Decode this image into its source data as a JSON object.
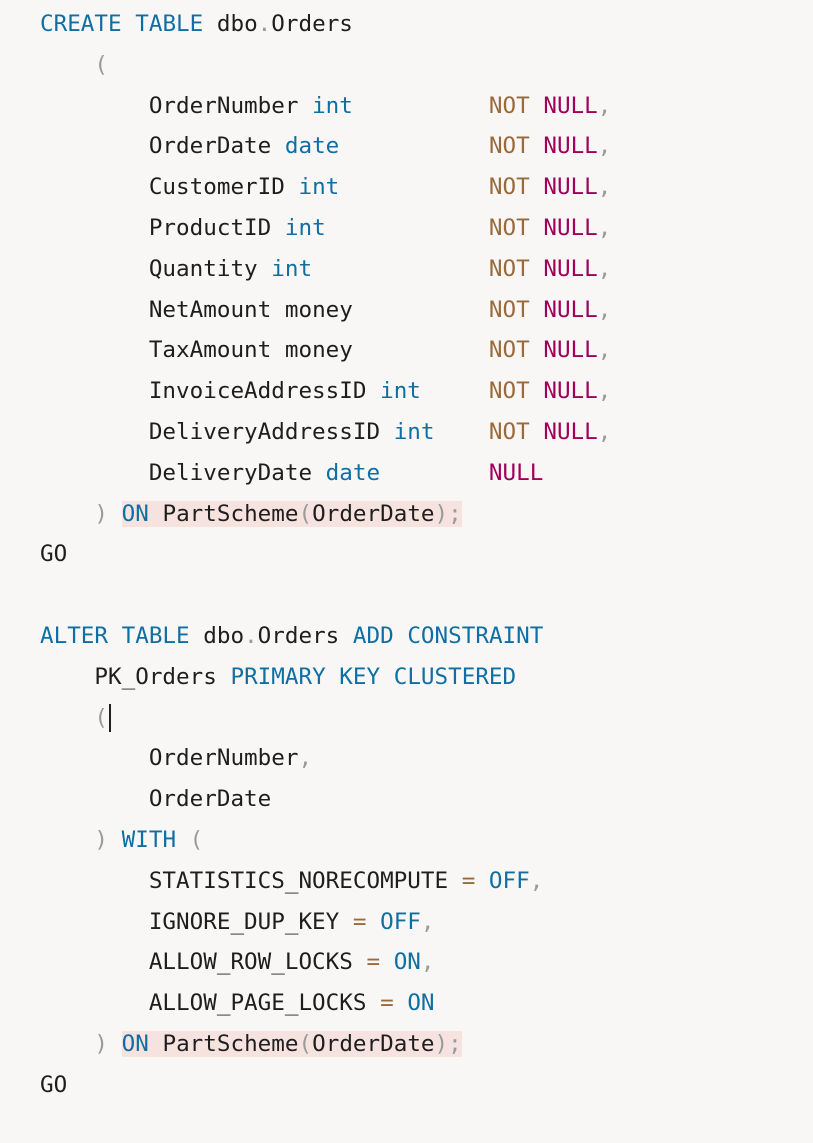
{
  "code": {
    "lines": [
      [
        "CREATE",
        " ",
        "TABLE",
        " ",
        "dbo",
        ".",
        "Orders"
      ],
      [
        "    ",
        "("
      ],
      [
        "        ",
        "OrderNumber",
        " ",
        "int",
        "          ",
        "NOT",
        " ",
        "NULL",
        ","
      ],
      [
        "        ",
        "OrderDate",
        " ",
        "date",
        "           ",
        "NOT",
        " ",
        "NULL",
        ","
      ],
      [
        "        ",
        "CustomerID",
        " ",
        "int",
        "           ",
        "NOT",
        " ",
        "NULL",
        ","
      ],
      [
        "        ",
        "ProductID",
        " ",
        "int",
        "            ",
        "NOT",
        " ",
        "NULL",
        ","
      ],
      [
        "        ",
        "Quantity",
        " ",
        "int",
        "             ",
        "NOT",
        " ",
        "NULL",
        ","
      ],
      [
        "        ",
        "NetAmount",
        " ",
        "money",
        "          ",
        "NOT",
        " ",
        "NULL",
        ","
      ],
      [
        "        ",
        "TaxAmount",
        " ",
        "money",
        "          ",
        "NOT",
        " ",
        "NULL",
        ","
      ],
      [
        "        ",
        "InvoiceAddressID",
        " ",
        "int",
        "     ",
        "NOT",
        " ",
        "NULL",
        ","
      ],
      [
        "        ",
        "DeliveryAddressID",
        " ",
        "int",
        "    ",
        "NOT",
        " ",
        "NULL",
        ","
      ],
      [
        "        ",
        "DeliveryDate",
        " ",
        "date",
        "        ",
        "NULL"
      ],
      [
        "    ",
        ")",
        " ",
        "ON",
        " ",
        "PartScheme",
        "(",
        "OrderDate",
        ")",
        ";"
      ],
      [
        "GO"
      ],
      [
        ""
      ],
      [
        "ALTER",
        " ",
        "TABLE",
        " ",
        "dbo",
        ".",
        "Orders",
        " ",
        "ADD",
        " ",
        "CONSTRAINT"
      ],
      [
        "    ",
        "PK_Orders",
        " ",
        "PRIMARY",
        " ",
        "KEY",
        " ",
        "CLUSTERED"
      ],
      [
        "    ",
        "("
      ],
      [
        "        ",
        "OrderNumber",
        ","
      ],
      [
        "        ",
        "OrderDate"
      ],
      [
        "    ",
        ")",
        " ",
        "WITH",
        " ",
        "("
      ],
      [
        "        ",
        "STATISTICS_NORECOMPUTE",
        " ",
        "=",
        " ",
        "OFF",
        ","
      ],
      [
        "        ",
        "IGNORE_DUP_KEY",
        " ",
        "=",
        " ",
        "OFF",
        ","
      ],
      [
        "        ",
        "ALLOW_ROW_LOCKS",
        " ",
        "=",
        " ",
        "ON",
        ","
      ],
      [
        "        ",
        "ALLOW_PAGE_LOCKS",
        " ",
        "=",
        " ",
        "ON"
      ],
      [
        "    ",
        ")",
        " ",
        "ON",
        " ",
        "PartScheme",
        "(",
        "OrderDate",
        ")",
        ";"
      ],
      [
        "GO"
      ]
    ]
  },
  "colors": {
    "background": "#f8f7f6",
    "keyword": "#0f6fa3",
    "not_keyword": "#9a6a3a",
    "null_keyword": "#a0005a",
    "punctuation": "#9a9a9a",
    "highlight": "#f6e3e0",
    "text": "#1e1e1e"
  }
}
